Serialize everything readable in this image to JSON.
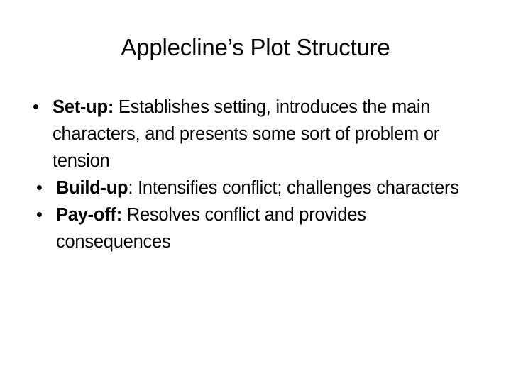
{
  "slide": {
    "title": "Applecline’s Plot Structure",
    "background_color": "#ffffff",
    "text_color": "#000000",
    "bullet_glyph": "•",
    "bullets": [
      {
        "term": "Set-up",
        "colon": ":",
        "colon_bold": true,
        "text": " Establishes setting, introduces the main characters, and presents some sort of problem or tension"
      },
      {
        "term": "Build-up",
        "colon": ":",
        "colon_bold": false,
        "text": " Intensifies conflict; challenges characters"
      },
      {
        "term": "Pay-off",
        "colon": ":",
        "colon_bold": true,
        "text": " Resolves conflict and provides consequences"
      }
    ]
  }
}
